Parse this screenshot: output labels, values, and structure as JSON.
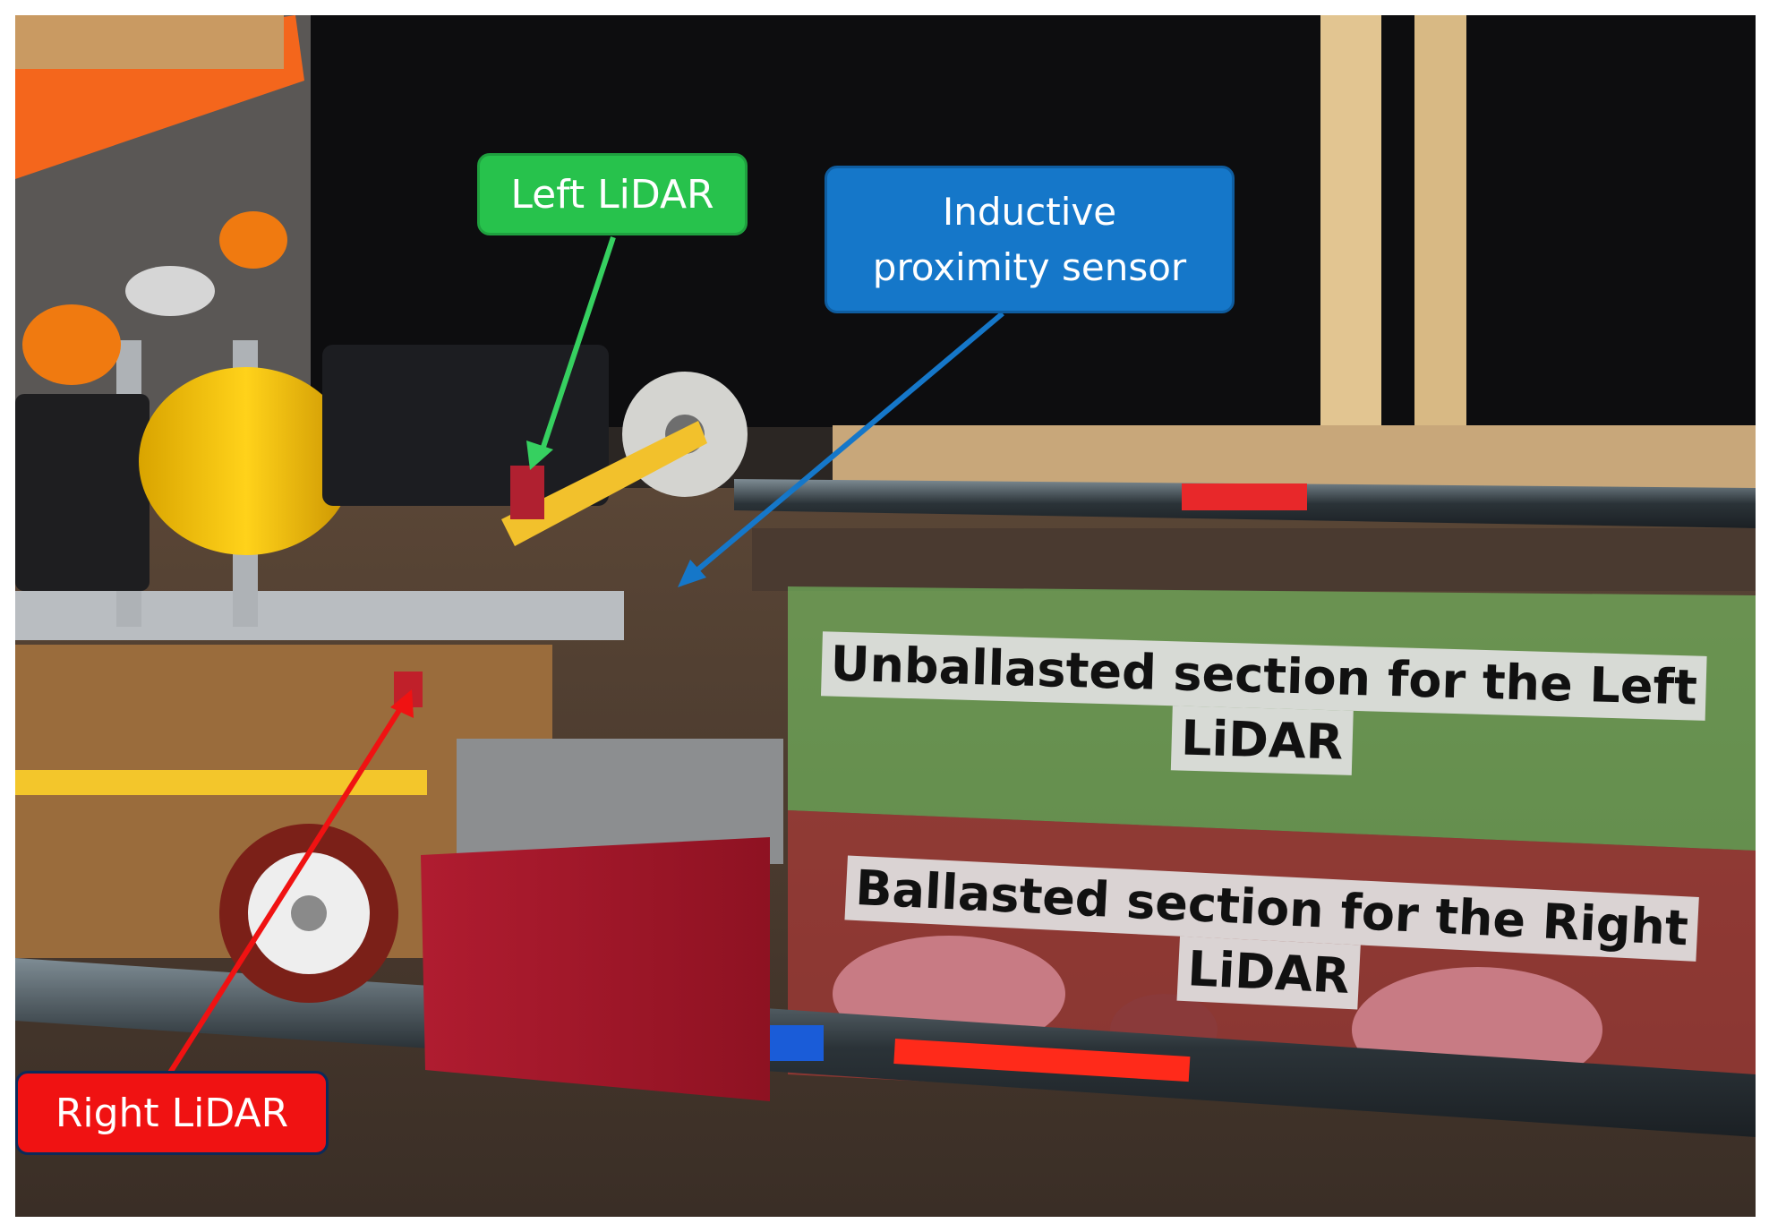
{
  "labels": {
    "left_lidar": "Left LiDAR",
    "inductive_line1": "Inductive",
    "inductive_line2": "proximity sensor",
    "right_lidar": "Right LiDAR",
    "unballasted_line1": "Unballasted section for the Left",
    "unballasted_line2": "LiDAR",
    "ballasted_line1": "Ballasted section for the Right",
    "ballasted_line2": "LiDAR"
  },
  "colors": {
    "left_lidar_box": "#27c24c",
    "inductive_box": "#1577c9",
    "right_lidar_box": "#f01212",
    "unballasted_overlay": "#7cd66a",
    "ballasted_overlay": "#c93a3a"
  }
}
